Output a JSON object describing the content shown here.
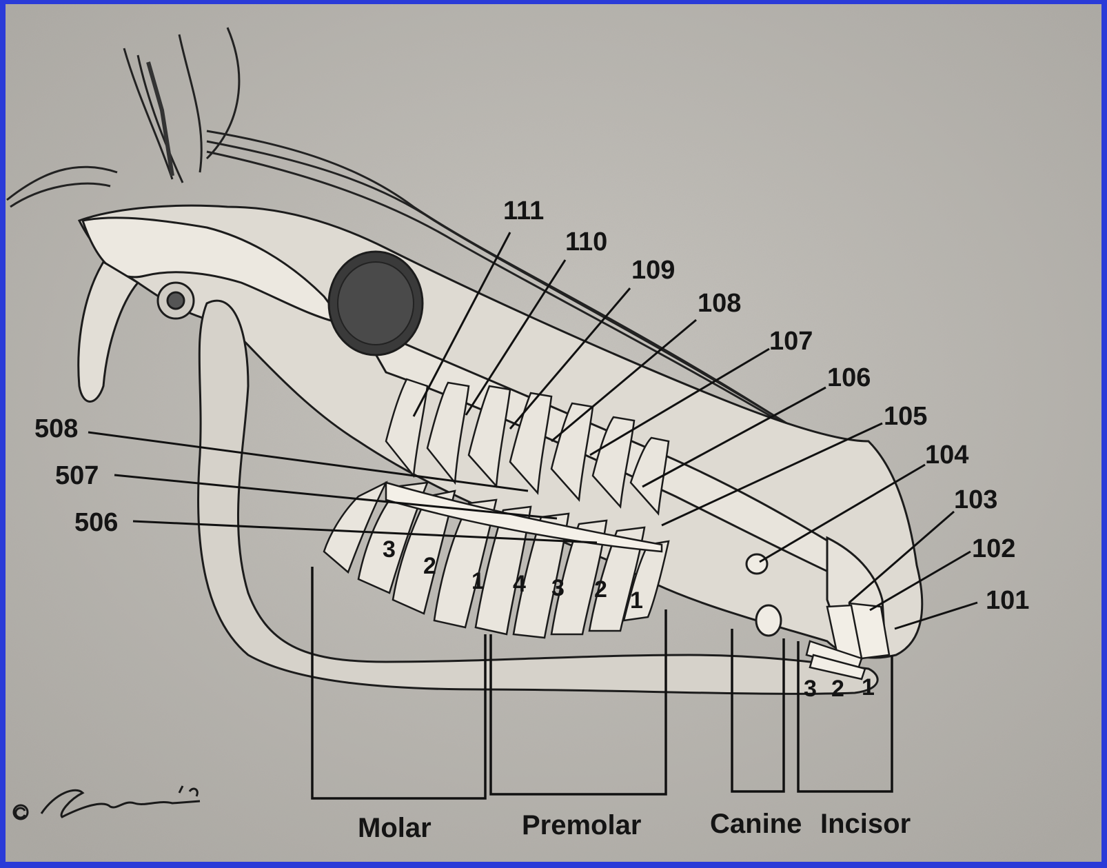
{
  "labels": {
    "l101": "101",
    "l102": "102",
    "l103": "103",
    "l104": "104",
    "l105": "105",
    "l106": "106",
    "l107": "107",
    "l108": "108",
    "l109": "109",
    "l110": "110",
    "l111": "111",
    "l506": "506",
    "l507": "507",
    "l508": "508"
  },
  "tooth_numbers": {
    "molar_3": "3",
    "molar_2": "2",
    "molar_1": "1",
    "premolar_4": "4",
    "premolar_3": "3",
    "premolar_2": "2",
    "premolar_1": "1",
    "incisor_3": "3",
    "incisor_2": "2",
    "incisor_1": "1"
  },
  "groups": {
    "molar": "Molar",
    "premolar": "Premolar",
    "canine": "Canine",
    "incisor": "Incisor"
  },
  "signature": "© Carter '96",
  "colors": {
    "frame": "#2a3bd8",
    "paper": "#bdbab4",
    "ink": "#141414",
    "bone": "#e4e0d8"
  }
}
